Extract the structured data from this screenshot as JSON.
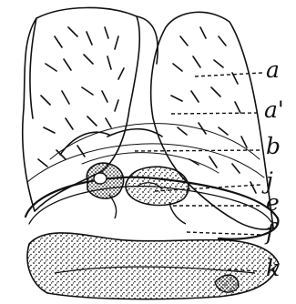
{
  "figure": {
    "labels": {
      "a": "a",
      "a_prime": "a'",
      "b": "b",
      "j": "j",
      "e": "e",
      "f": "f",
      "k": "k"
    },
    "colors": {
      "ink": "#111111",
      "paper": "#ffffff"
    }
  }
}
